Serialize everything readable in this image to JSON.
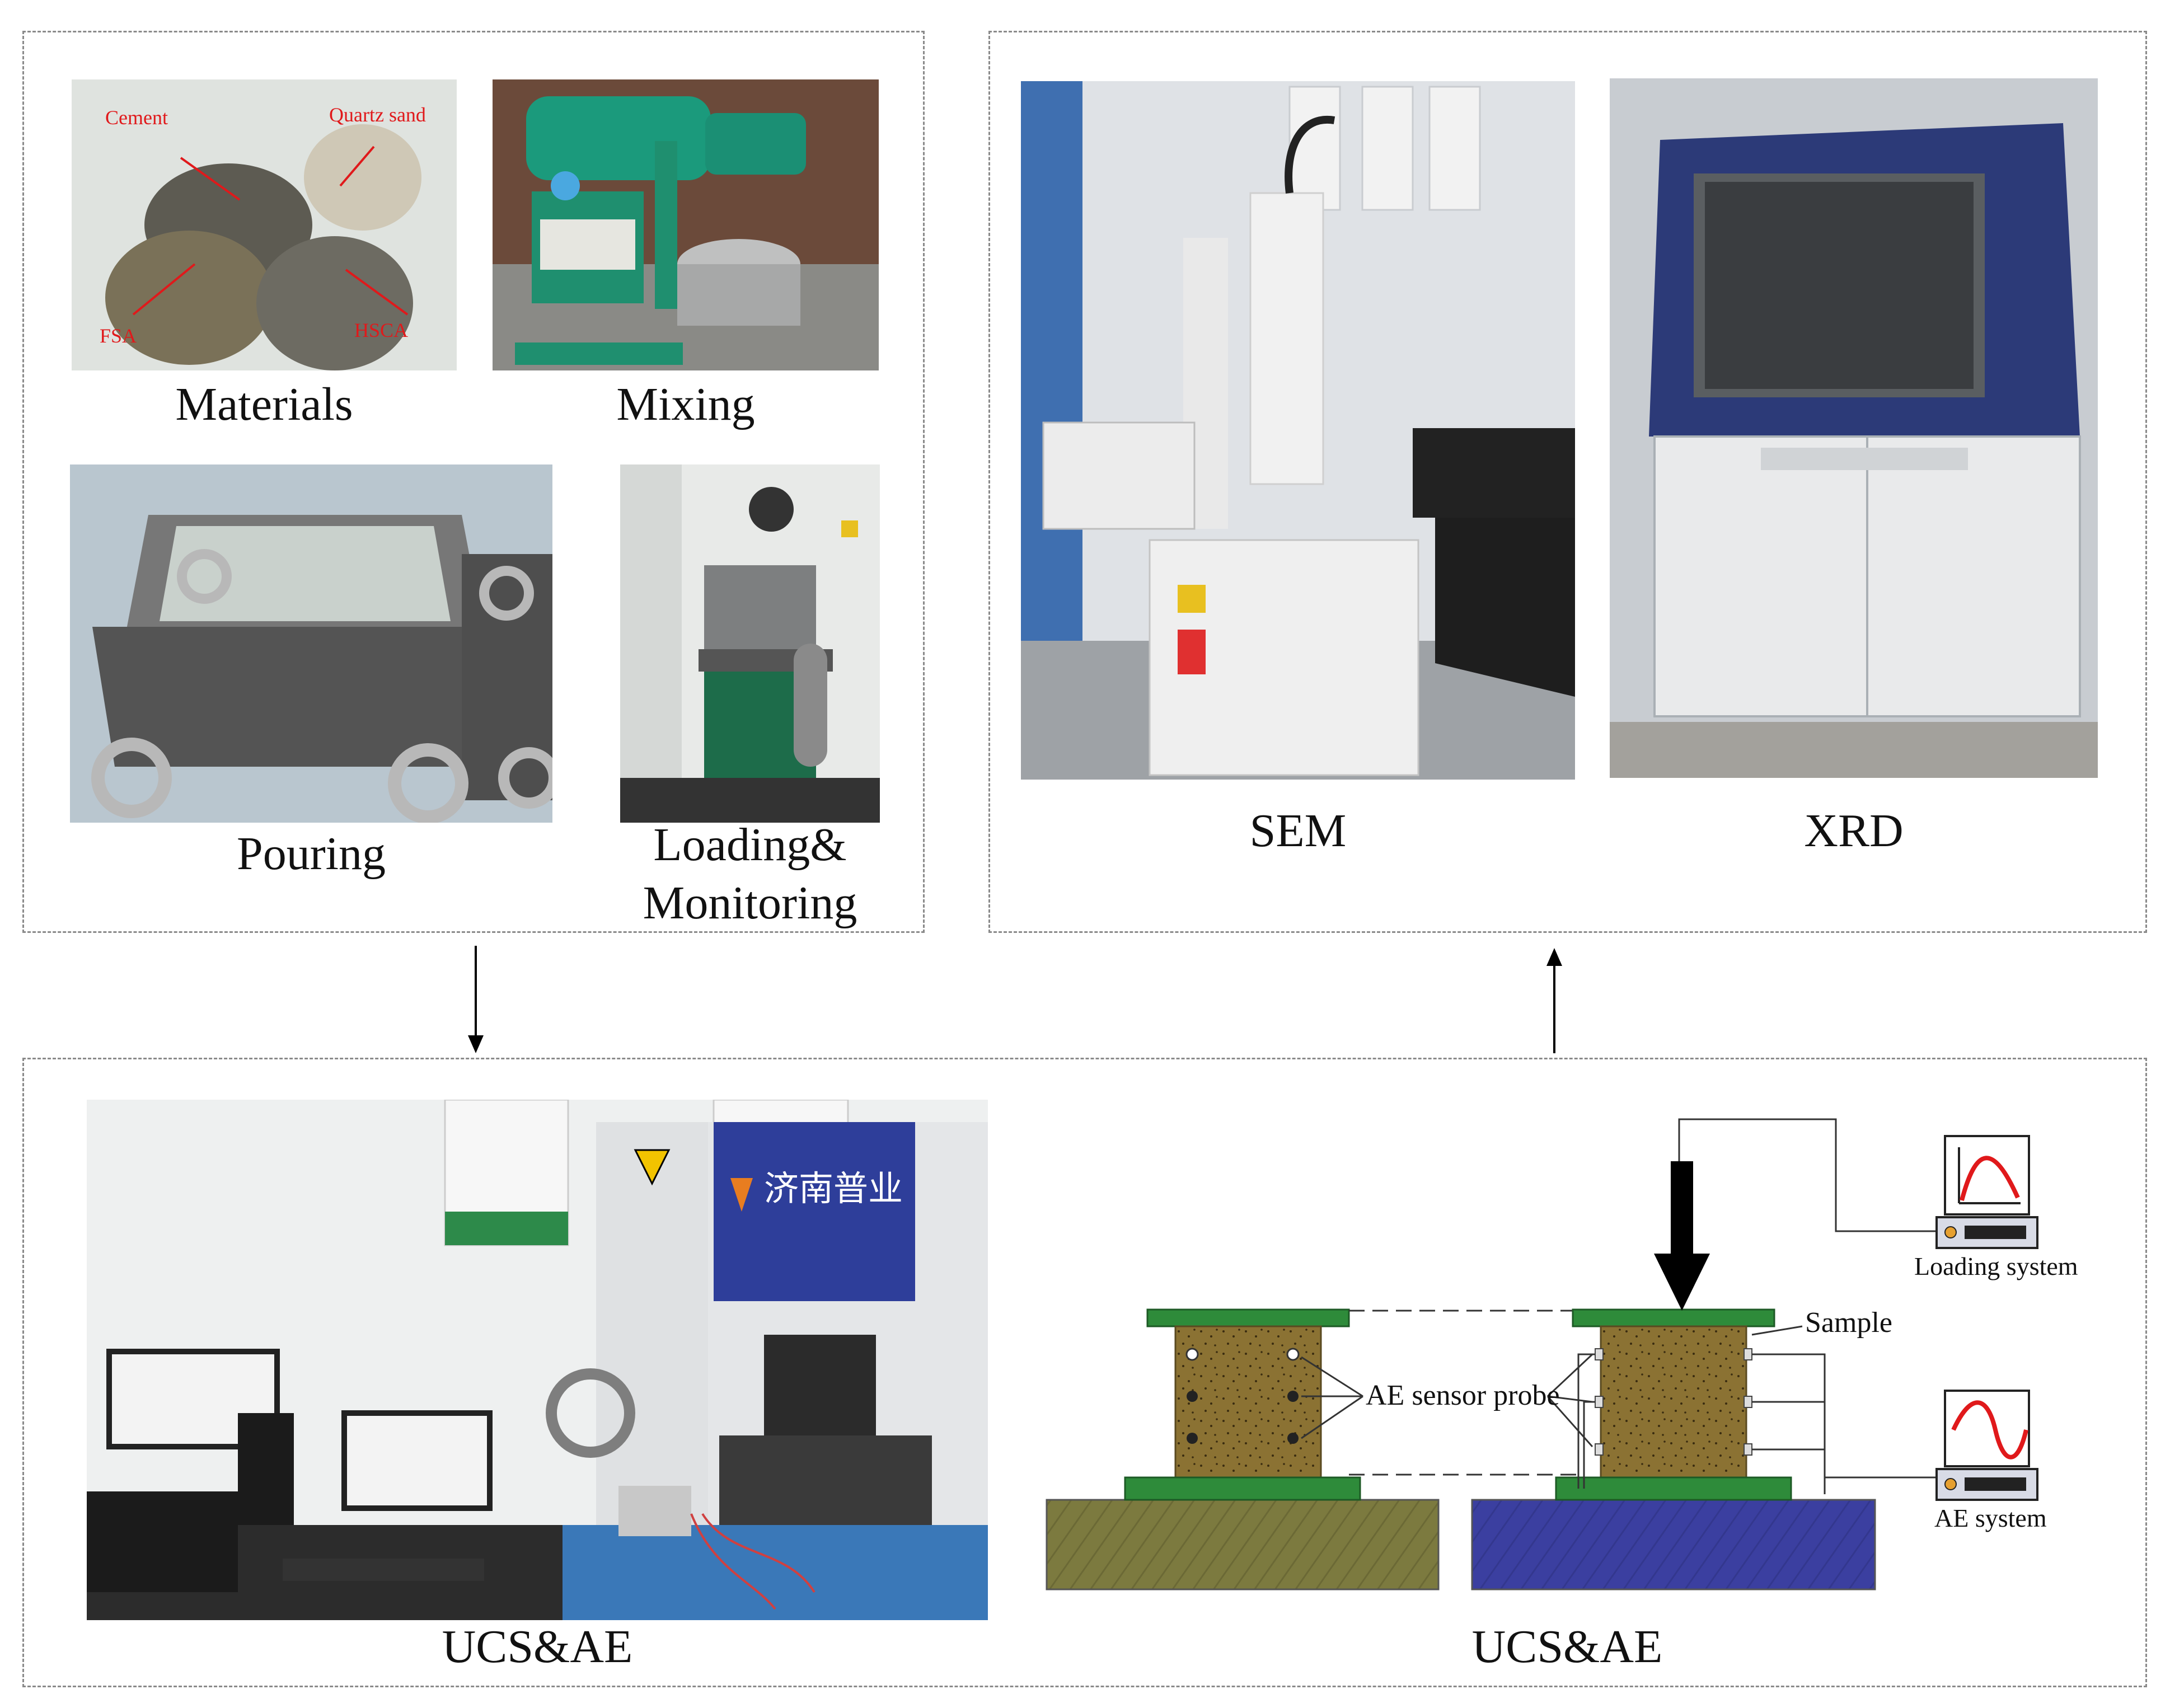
{
  "panels": {
    "preparation": {
      "materials_caption": "Materials",
      "mixing_caption": "Mixing",
      "pouring_caption": "Pouring",
      "loading_caption_line1": "Loading&",
      "loading_caption_line2": "Monitoring",
      "material_labels": {
        "cement": "Cement",
        "quartz_sand": "Quartz sand",
        "fsa": "FSA",
        "hsca": "HSCA"
      }
    },
    "microscopy": {
      "sem_caption": "SEM",
      "xrd_caption": "XRD"
    },
    "testing": {
      "photo_caption": "UCS&AE",
      "schematic_caption": "UCS&AE",
      "photo_brand": "济南普业",
      "schematic_labels": {
        "ae_sensor_probe": "AE sensor probe",
        "sample": "Sample",
        "loading_system": "Loading system",
        "ae_system": "AE system"
      }
    }
  },
  "colors": {
    "dashed_border": "#8a8a8a",
    "label_red": "#e0191b",
    "platen_green": "#2e8b3a",
    "sample_brown": "#8b7233",
    "base_blue": "#3b3fa0",
    "base_olive": "#7c7a3f"
  }
}
